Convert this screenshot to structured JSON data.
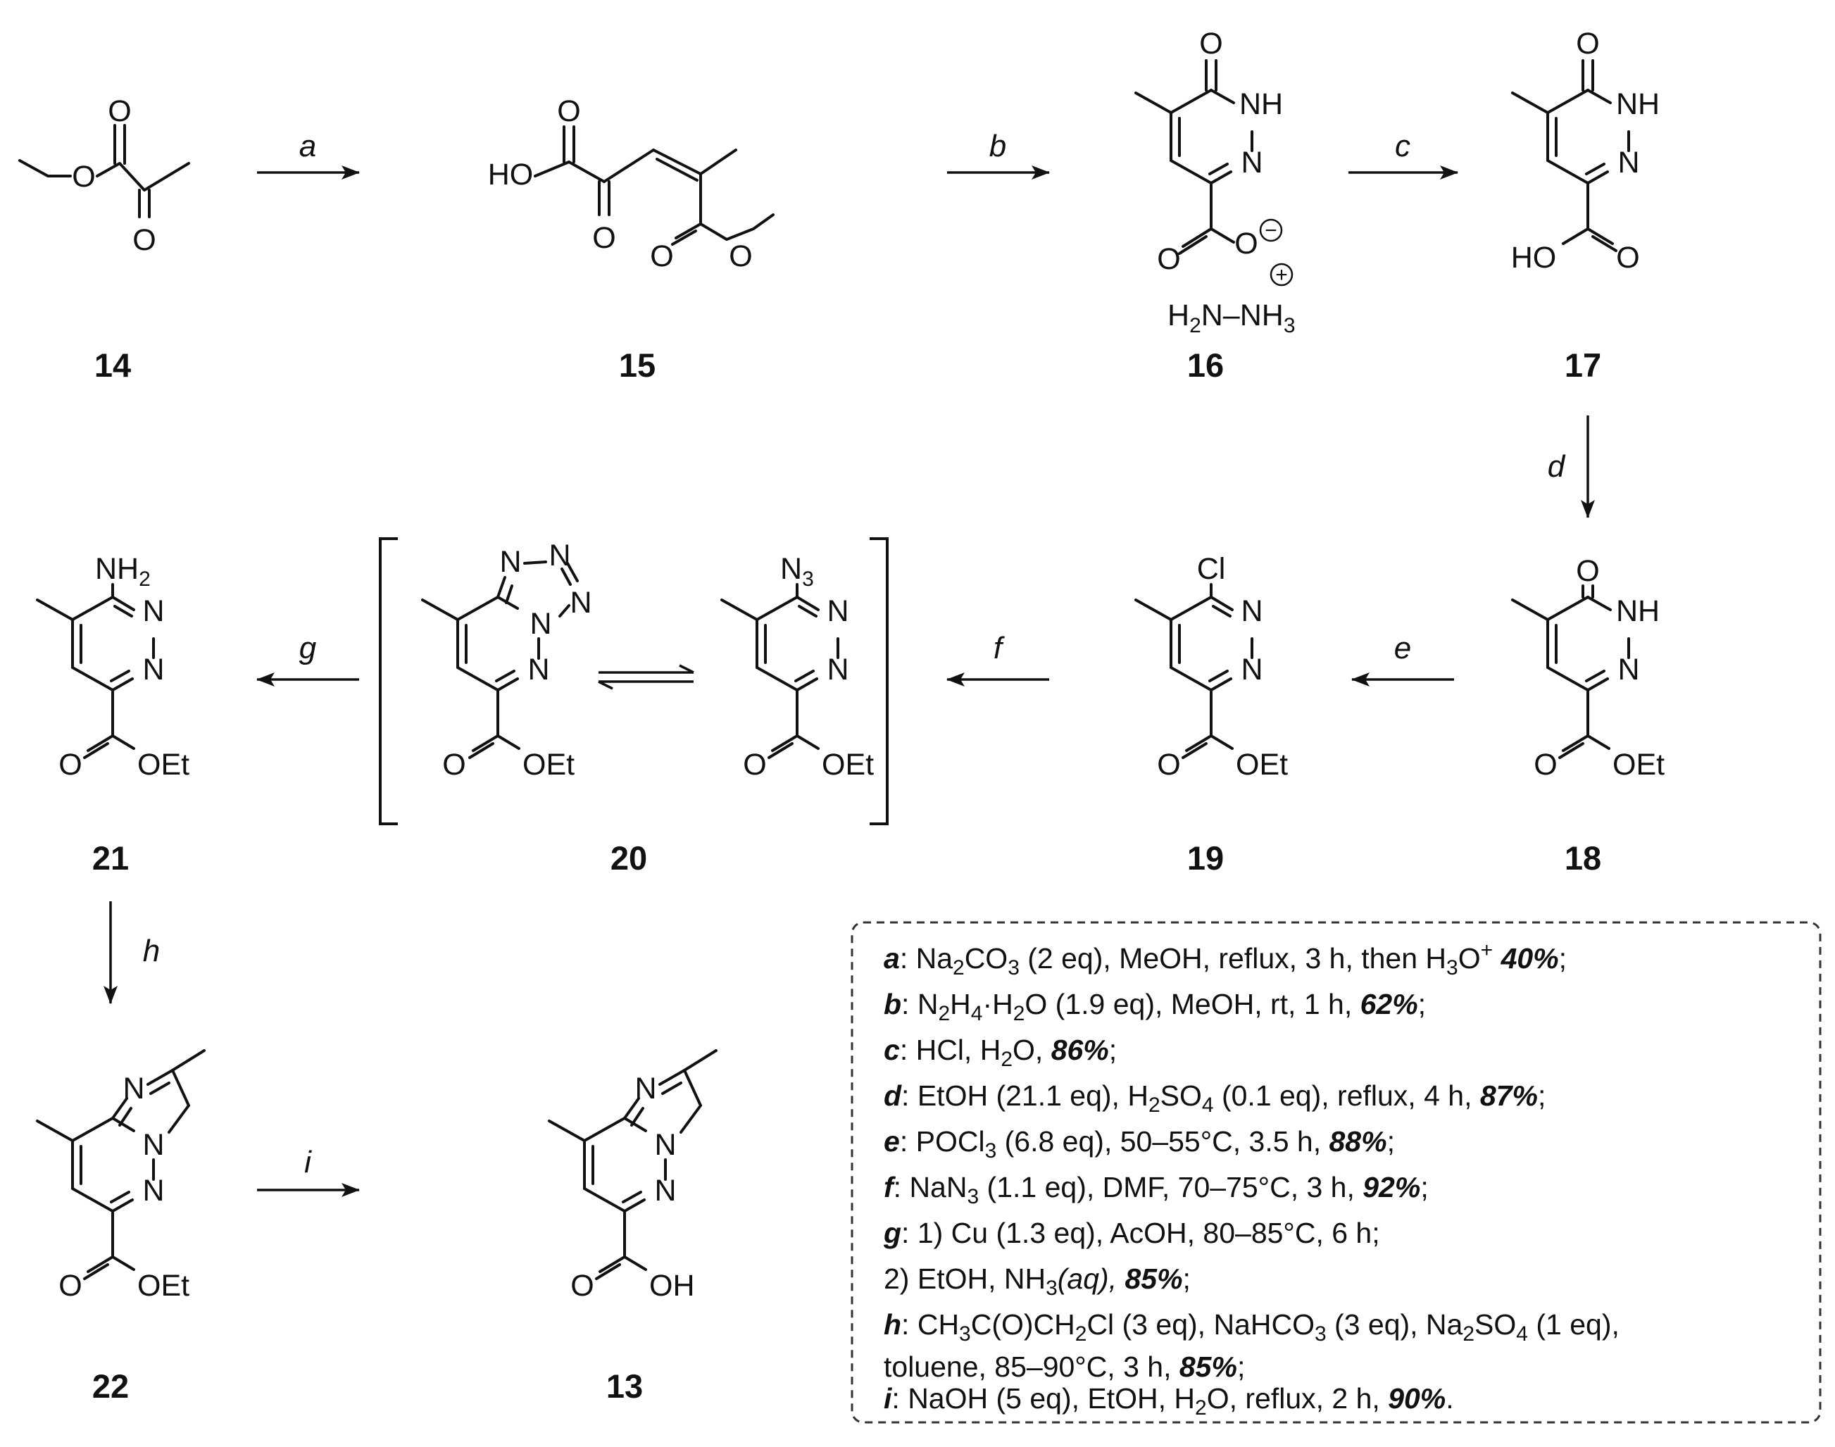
{
  "compounds": {
    "c14": "14",
    "c15": "15",
    "c16": "16",
    "c17": "17",
    "c18": "18",
    "c19": "19",
    "c20": "20",
    "c21": "21",
    "c22": "22",
    "c13": "13"
  },
  "step_letters": {
    "a": "a",
    "b": "b",
    "c": "c",
    "d": "d",
    "e": "e",
    "f": "f",
    "g": "g",
    "h": "h",
    "i": "i"
  },
  "atoms": {
    "O": "O",
    "N": "N",
    "H": "H",
    "NH": "NH",
    "HO": "HO",
    "OH": "OH",
    "OEt": "OEt",
    "Cl": "Cl",
    "N3_base": "N",
    "N3_sub": "3",
    "NH2_base": "NH",
    "NH2_sub": "2",
    "hydrazinium_left": "H",
    "hydrazinium_sub2": "2",
    "hydrazinium_mid": "N–NH",
    "hydrazinium_sub3": "3"
  },
  "charges": {
    "minus": "−",
    "plus": "+"
  },
  "conditions": {
    "a": {
      "key": "a",
      "t1": ": Na",
      "s1": "2",
      "t2": "CO",
      "s2": "3",
      "t3": " (2 eq), MeOH, reflux, 3 h, then H",
      "s3": "3",
      "t4": "O",
      "sup": "+",
      "yield": "40%",
      "end": ";"
    },
    "b": {
      "key": "b",
      "t1": ": N",
      "s1": "2",
      "t2": "H",
      "s2": "4",
      "t3": "·H",
      "s3": "2",
      "t4": "O (1.9 eq), MeOH, rt, 1 h, ",
      "yield": "62%",
      "end": ";"
    },
    "c": {
      "key": "c",
      "t1": ": HCl, H",
      "s1": "2",
      "t2": "O, ",
      "yield": "86%",
      "end": ";"
    },
    "d": {
      "key": "d",
      "t1": ": EtOH (21.1 eq), H",
      "s1": "2",
      "t2": "SO",
      "s2": "4",
      "t3": " (0.1 eq), reflux, 4 h, ",
      "yield": "87%",
      "end": ";"
    },
    "e": {
      "key": "e",
      "t1": ": POCl",
      "s1": "3",
      "t2": " (6.8 eq), 50–55°C, 3.5 h, ",
      "yield": "88%",
      "end": ";"
    },
    "f": {
      "key": "f",
      "t1": ":  NaN",
      "s1": "3",
      "t2": " (1.1 eq), DMF, 70–75°C, 3 h, ",
      "yield": "92%",
      "end": ";"
    },
    "g1": {
      "key": "g",
      "t1": ": 1) Cu (1.3 eq), AcOH, 80–85°C, 6 h;"
    },
    "g2": {
      "t1": "2) EtOH, NH",
      "s1": "3",
      "t2": "(aq), ",
      "yield": "85%",
      "end": ";"
    },
    "h1": {
      "key": "h",
      "t1": ": CH",
      "s1": "3",
      "t2": "C(O)CH",
      "s2": "2",
      "t3": "Cl (3 eq), NaHCO",
      "s3": "3",
      "t4": " (3 eq), Na",
      "s4": "2",
      "t5": "SO",
      "s5": "4",
      "t6": " (1 eq),"
    },
    "h2": {
      "t1": "toluene, 85–90°C, 3 h, ",
      "yield": "85%",
      "end": ";"
    },
    "i": {
      "key": "i",
      "t1": ": NaOH (5 eq), EtOH, H",
      "s1": "2",
      "t2": "O, reflux, 2 h, ",
      "yield": "90%",
      "end": "."
    }
  }
}
